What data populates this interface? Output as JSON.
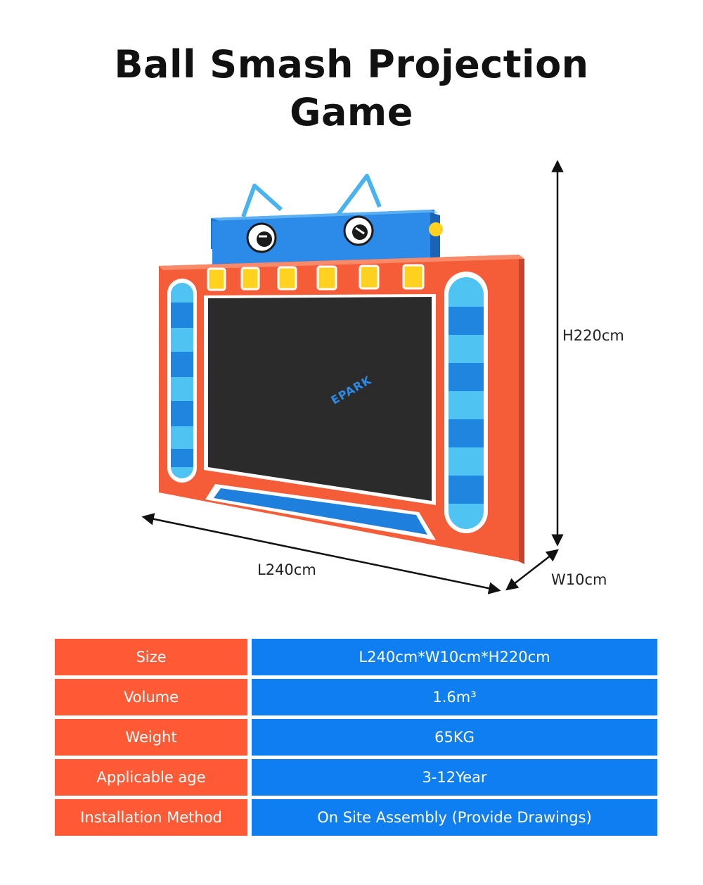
{
  "title": {
    "line1": "Ball Smash Projection",
    "line2": "Game"
  },
  "dimensions": {
    "height_label": "H220cm",
    "length_label": "L240cm",
    "width_label": "W10cm"
  },
  "logo_text": "EPARK",
  "colors": {
    "frame_orange": "#f45d38",
    "header_blue": "#2c8ae8",
    "screen_black": "#2b2b2b",
    "tube_light_blue": "#4fc3f2",
    "tube_dark_blue": "#1f86e0",
    "button_yellow": "#ffd21f",
    "table_key_bg": "#ff5a36",
    "table_value_bg": "#0f7ef0"
  },
  "specs": [
    {
      "label": "Size",
      "value": "L240cm*W10cm*H220cm"
    },
    {
      "label": "Volume",
      "value": "1.6m³"
    },
    {
      "label": "Weight",
      "value": "65KG"
    },
    {
      "label": "Applicable age",
      "value": "3-12Year"
    },
    {
      "label": "Installation Method",
      "value": "On Site Assembly (Provide Drawings)"
    }
  ]
}
